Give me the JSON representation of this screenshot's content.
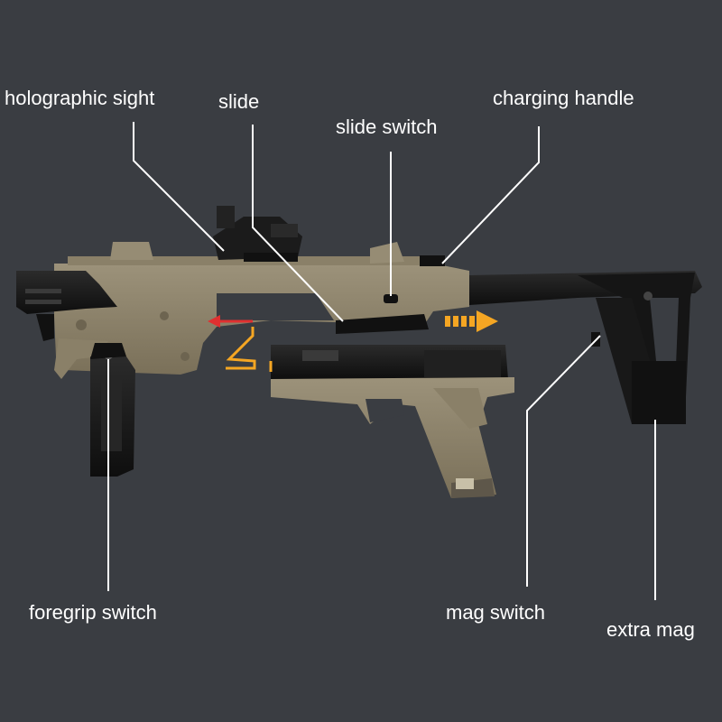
{
  "labels": {
    "holographic_sight": "holographic sight",
    "slide": "slide",
    "slide_switch": "slide switch",
    "charging_handle": "charging handle",
    "foregrip_switch": "foregrip switch",
    "mag_switch": "mag switch",
    "extra_mag": "extra mag"
  },
  "colors": {
    "background": "#3a3d42",
    "tan": "#8b8169",
    "tan_light": "#9a9078",
    "black_part": "#1a1a1a",
    "arrow_orange": "#f5a623",
    "arrow_red": "#e03030",
    "leader_line": "#ffffff"
  }
}
